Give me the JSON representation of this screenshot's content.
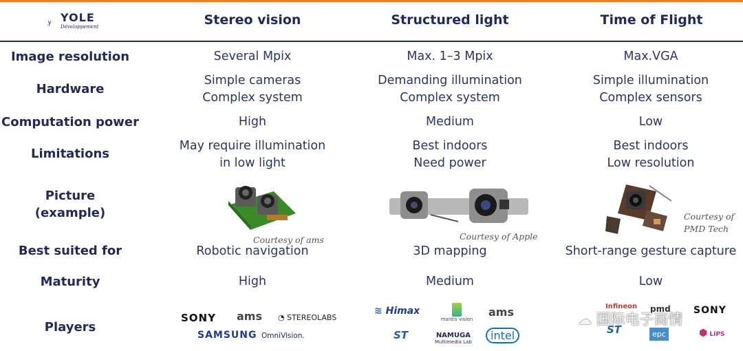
{
  "brand": {
    "name": "YOLE",
    "sub": "Développement"
  },
  "columns": [
    "Stereo vision",
    "Structured light",
    "Time of Flight"
  ],
  "rows": {
    "resolution": {
      "label": "Image resolution",
      "values": [
        "Several Mpix",
        "Max. 1–3 Mpix",
        "Max.VGA"
      ]
    },
    "hardware": {
      "label": "Hardware",
      "values": [
        [
          "Simple cameras",
          "Complex system"
        ],
        [
          "Demanding illumination",
          "Complex system"
        ],
        [
          "Simple illumination",
          "Complex sensors"
        ]
      ]
    },
    "power": {
      "label": "Computation power",
      "values": [
        "High",
        "Medium",
        "Low"
      ]
    },
    "limitations": {
      "label": "Limitations",
      "values": [
        [
          "May require illumination",
          "in low light"
        ],
        [
          "Best indoors",
          "Need power"
        ],
        [
          "Best indoors",
          "Low resolution"
        ]
      ]
    },
    "picture": {
      "label": [
        "Picture",
        "(example)"
      ],
      "credits": [
        "Courtesy of ams",
        "Courtesy of Apple",
        [
          "Courtesy of",
          "PMD Tech"
        ]
      ]
    },
    "best": {
      "label": "Best suited for",
      "values": [
        "Robotic navigation",
        "3D mapping",
        "Short-range gesture capture"
      ]
    },
    "maturity": {
      "label": "Maturity",
      "values": [
        "High",
        "Medium",
        "Low"
      ]
    },
    "players": {
      "label": "Players",
      "stereo": [
        "SONY",
        "ams",
        "STEREOLABS",
        "SAMSUNG",
        "OmniVision."
      ],
      "structured": [
        "Himax",
        "mantis vision",
        "ams",
        "ST",
        "NAMUGA",
        "Multimedia Lab",
        "intel"
      ],
      "tof": [
        "Infineon",
        "pmd",
        "SONY",
        "ST",
        "epc",
        "LIPS"
      ]
    }
  },
  "watermark": "国际电子商情",
  "colors": {
    "accent": "#e8802e",
    "navy": "#1f2a5a"
  }
}
